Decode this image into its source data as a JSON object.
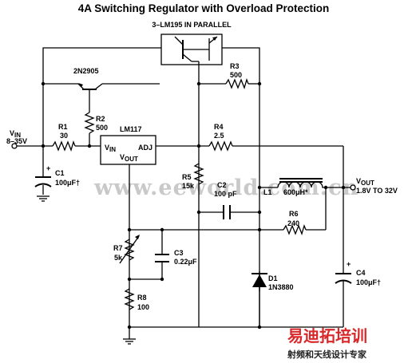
{
  "title": "4A Switching Regulator with Overload Protection",
  "transistor_note": "3–LM195 IN PARALLEL",
  "vin": {
    "name": "V",
    "sub": "IN",
    "range": "8–35V"
  },
  "vout": {
    "name": "V",
    "sub": "OUT",
    "range": "1.8V TO 32V"
  },
  "components": {
    "q_pnp": "2N2905",
    "r1": {
      "ref": "R1",
      "value": "30"
    },
    "r2": {
      "ref": "R2",
      "value": "500"
    },
    "r3": {
      "ref": "R3",
      "value": "500"
    },
    "r4": {
      "ref": "R4",
      "value": "2.5"
    },
    "r5": {
      "ref": "R5",
      "value": "15k"
    },
    "r6": {
      "ref": "R6",
      "value": "240"
    },
    "r7": {
      "ref": "R7",
      "value": "5k"
    },
    "r8": {
      "ref": "R8",
      "value": "100"
    },
    "c1": {
      "ref": "C1",
      "value": "100μF†"
    },
    "c2": {
      "ref": "C2",
      "value": "100 pF"
    },
    "c3": {
      "ref": "C3",
      "value": "0.22μF"
    },
    "c4": {
      "ref": "C4",
      "value": "100μF†"
    },
    "l1": {
      "ref": "L1",
      "value": "600μH*"
    },
    "d1": {
      "ref": "D1",
      "value": "1N3880"
    },
    "ic": {
      "name": "LM117",
      "pin_in": "V",
      "pin_in_sub": "IN",
      "pin_out": "V",
      "pin_out_sub": "OUT",
      "pin_adj": "ADJ"
    }
  },
  "plus_sign": "+",
  "watermark": "www.eeworld.com.cn",
  "brand": {
    "name": "易迪拓培训",
    "tagline": "射频和天线设计专家"
  }
}
